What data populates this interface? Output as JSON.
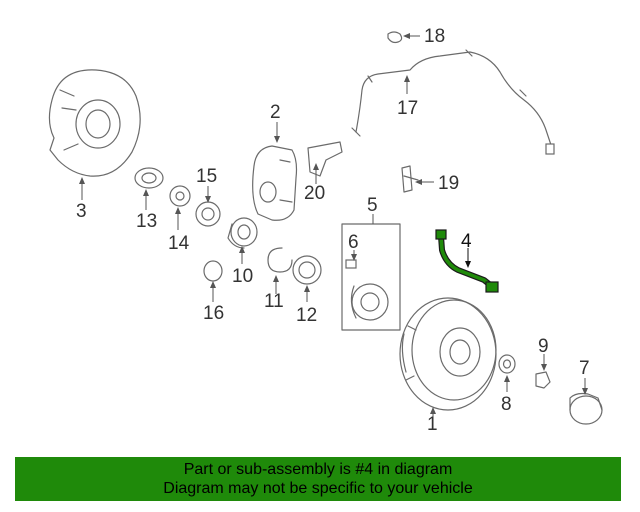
{
  "labels": {
    "l1": "1",
    "l2": "2",
    "l3": "3",
    "l4": "4",
    "l5": "5",
    "l6": "6",
    "l7": "7",
    "l8": "8",
    "l9": "9",
    "l10": "10",
    "l11": "11",
    "l12": "12",
    "l13": "13",
    "l14": "14",
    "l15": "15",
    "l16": "16",
    "l17": "17",
    "l18": "18",
    "l19": "19",
    "l20": "20"
  },
  "highlight_color": "#1f8a0a",
  "banner": {
    "line1": "Part or sub-assembly is #4 in diagram",
    "line2": "Diagram may not be specific to your vehicle"
  }
}
